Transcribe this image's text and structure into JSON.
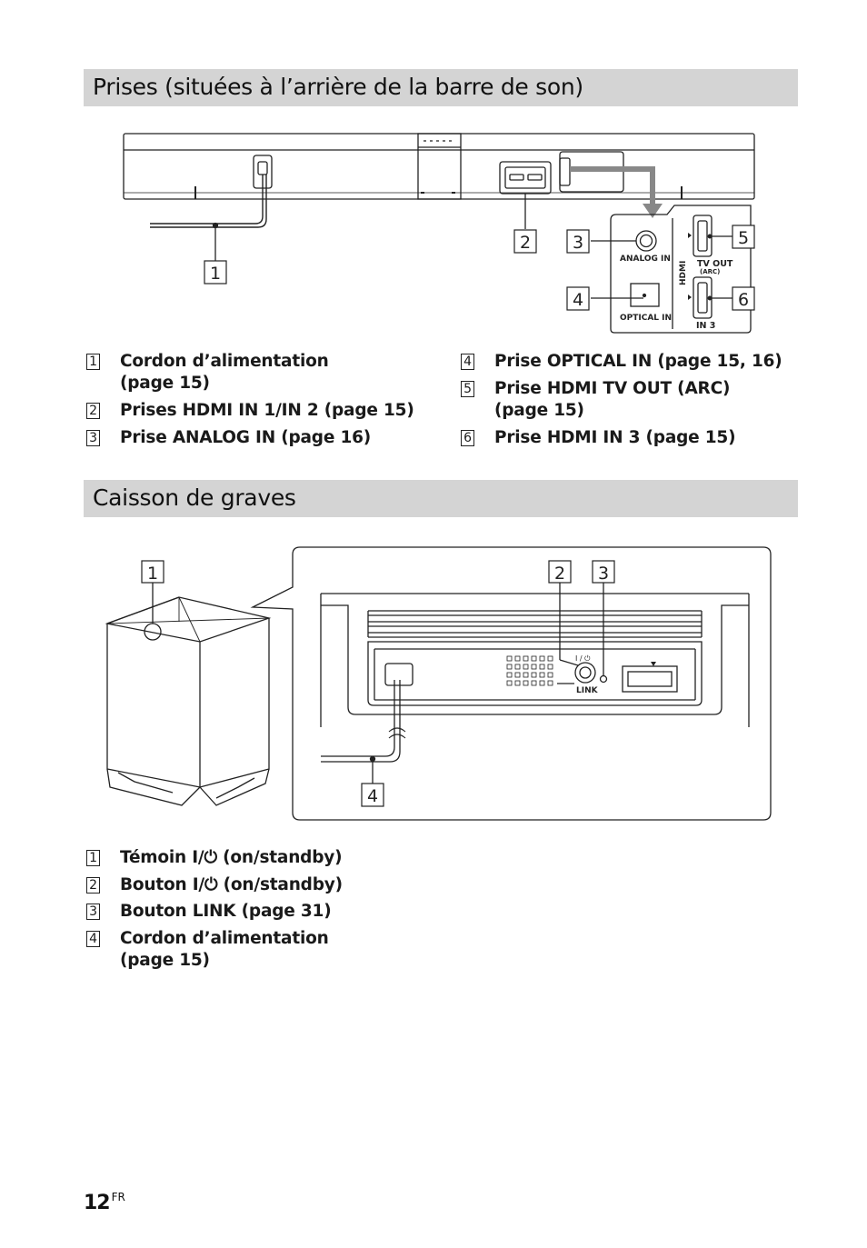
{
  "section1": {
    "title": "Prises (situées à l’arrière de la barre de son)",
    "callouts": [
      "1",
      "2",
      "3",
      "4",
      "5",
      "6"
    ],
    "panel_labels": {
      "analog_in": "ANALOG IN",
      "optical_in": "OPTICAL IN",
      "hdmi": "HDMI",
      "tv_out": "TV OUT",
      "arc": "(ARC)",
      "in3": "IN 3"
    },
    "legend_left": [
      {
        "num": "1",
        "text": "Cordon d’alimentation\n(page 15)"
      },
      {
        "num": "2",
        "text": "Prises HDMI IN 1/IN 2 (page 15)"
      },
      {
        "num": "3",
        "text": "Prise ANALOG IN (page 16)"
      }
    ],
    "legend_right": [
      {
        "num": "4",
        "text": "Prise OPTICAL IN (page 15, 16)"
      },
      {
        "num": "5",
        "text": "Prise HDMI TV OUT (ARC)\n(page 15)"
      },
      {
        "num": "6",
        "text": "Prise HDMI IN 3 (page 15)"
      }
    ]
  },
  "section2": {
    "title": "Caisson de graves",
    "callouts": [
      "1",
      "2",
      "3",
      "4"
    ],
    "panel_labels": {
      "power": "I / ⏻",
      "link": "LINK"
    },
    "legend": [
      {
        "num": "1",
        "text": "Témoin I/⏻ (on/standby)"
      },
      {
        "num": "2",
        "text": "Bouton I/⏻ (on/standby)"
      },
      {
        "num": "3",
        "text": "Bouton LINK (page 31)"
      },
      {
        "num": "4",
        "text": "Cordon d’alimentation\n(page 15)"
      }
    ]
  },
  "page": {
    "number": "12",
    "lang": "FR"
  }
}
